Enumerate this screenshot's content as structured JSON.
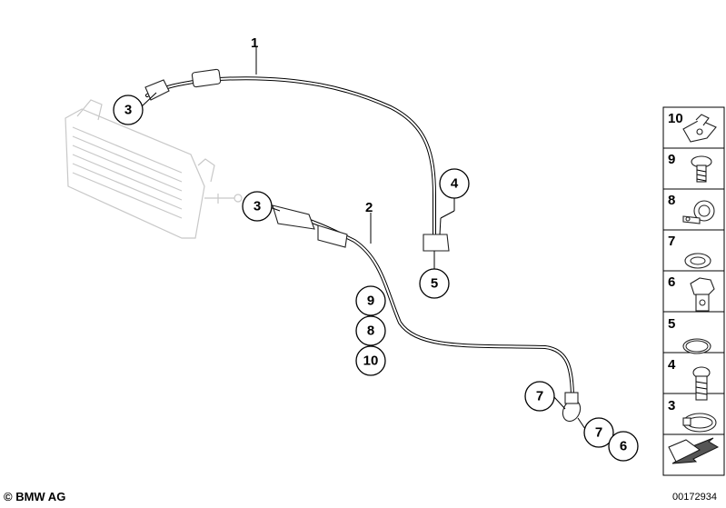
{
  "callouts": [
    {
      "label": "1"
    },
    {
      "label": "2"
    },
    {
      "label": "3"
    },
    {
      "label": "3"
    },
    {
      "label": "4"
    },
    {
      "label": "5"
    },
    {
      "label": "9"
    },
    {
      "label": "8"
    },
    {
      "label": "10"
    },
    {
      "label": "7"
    },
    {
      "label": "7"
    },
    {
      "label": "6"
    }
  ],
  "parts_panel": [
    {
      "num": "10",
      "icon": "clip-nut-icon"
    },
    {
      "num": "9",
      "icon": "screw-icon"
    },
    {
      "num": "8",
      "icon": "pipe-clamp-icon"
    },
    {
      "num": "7",
      "icon": "seal-ring-icon"
    },
    {
      "num": "6",
      "icon": "banjo-bolt-icon"
    },
    {
      "num": "5",
      "icon": "o-ring-icon"
    },
    {
      "num": "4",
      "icon": "hex-bolt-icon"
    },
    {
      "num": "3",
      "icon": "hose-clamp-icon"
    },
    {
      "num": "",
      "icon": "arrow-icon"
    }
  ],
  "footer": {
    "copyright": "© BMW AG",
    "diagram_id": "00172934"
  }
}
